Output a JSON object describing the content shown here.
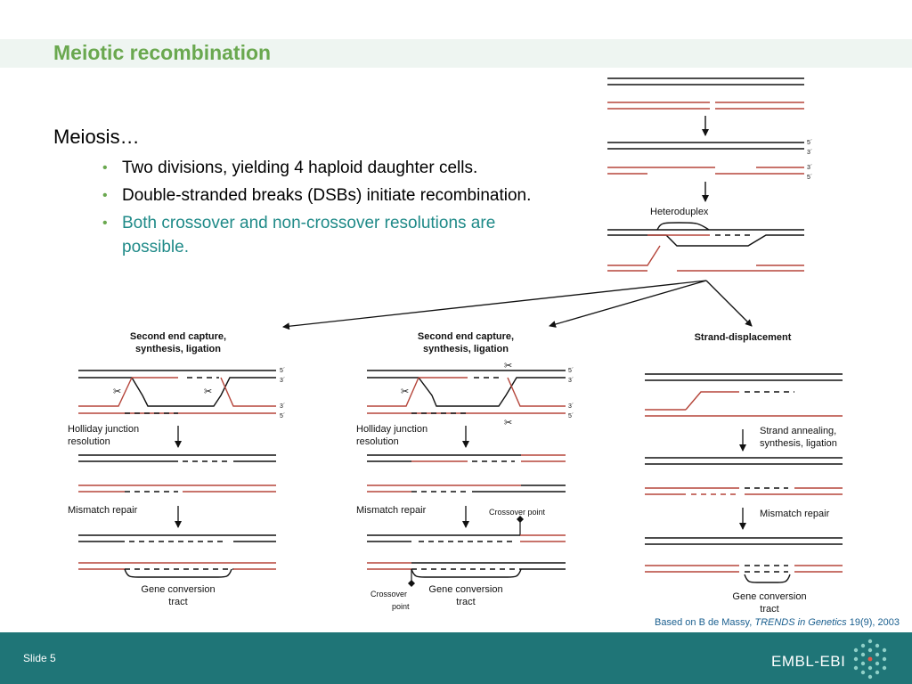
{
  "slide": {
    "title": "Meiotic recombination",
    "heading": "Meiosis…",
    "bullets": [
      "Two divisions, yielding 4 haploid daughter cells.",
      "Double-stranded breaks (DSBs) initiate recombination.",
      "Both crossover and non-crossover resolutions are possible."
    ]
  },
  "diagram": {
    "strand_labels": [
      "5´",
      "3´",
      "3´",
      "5´"
    ],
    "heteroduplex": "Heteroduplex",
    "panels": [
      {
        "title_line1": "Second end capture,",
        "title_line2": "synthesis, ligation",
        "step1_line1": "Holliday junction",
        "step1_line2": "resolution",
        "step2": "Mismatch repair",
        "result_line1": "Gene conversion",
        "result_line2": "tract"
      },
      {
        "title_line1": "Second end capture,",
        "title_line2": "synthesis, ligation",
        "step1_line1": "Holliday junction",
        "step1_line2": "resolution",
        "step2": "Mismatch repair",
        "crossover_top": "Crossover point",
        "crossover_bottom_line1": "Crossover",
        "crossover_bottom_line2": "point",
        "result_line1": "Gene conversion",
        "result_line2": "tract"
      },
      {
        "title": "Strand-displacement",
        "step1_line1": "Strand annealing,",
        "step1_line2": "synthesis, ligation",
        "step2": "Mismatch repair",
        "result_line1": "Gene conversion",
        "result_line2": "tract"
      }
    ],
    "colors": {
      "black_strand": "#111111",
      "red_strand": "#b5453a",
      "arrow": "#111111"
    }
  },
  "citation": {
    "prefix": "Based on B de Massy, ",
    "journal": "TRENDS in Genetics",
    "suffix": " 19(9), 2003"
  },
  "footer": {
    "slide_number": "Slide 5",
    "logo": "EMBL-EBI",
    "logo_icon": "embl-ebi-hexagon-dots-icon"
  }
}
